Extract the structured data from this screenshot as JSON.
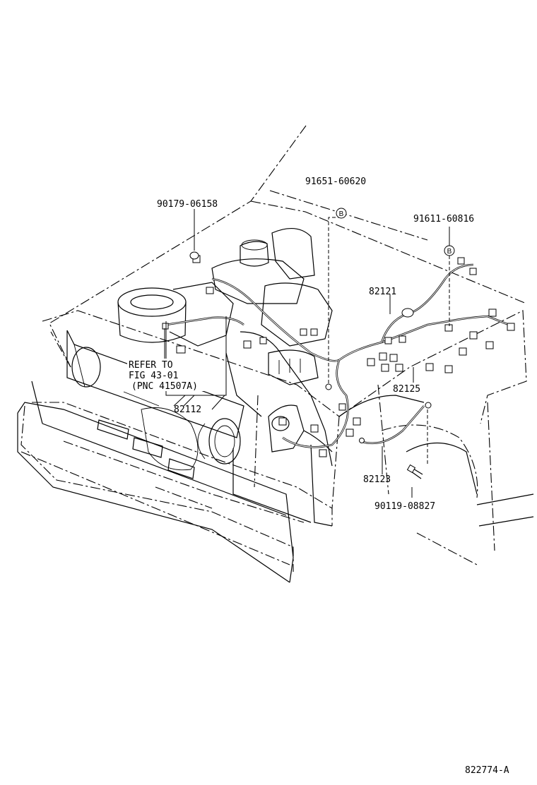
{
  "labels": {
    "part_top_center": "91651-60620",
    "part_top_left": "90179-06158",
    "part_top_right": "91611-60816",
    "part_82121": "82121",
    "part_82125": "82125",
    "part_82112": "82112",
    "part_82123": "82123",
    "part_bottom_right": "90119-08827",
    "refer_line1": "REFER TO",
    "refer_line2": "FIG 43-01",
    "refer_line3": "(PNC 41507A)",
    "circle_b1": "B",
    "circle_b2": "B",
    "figure_id": "822774-A"
  }
}
